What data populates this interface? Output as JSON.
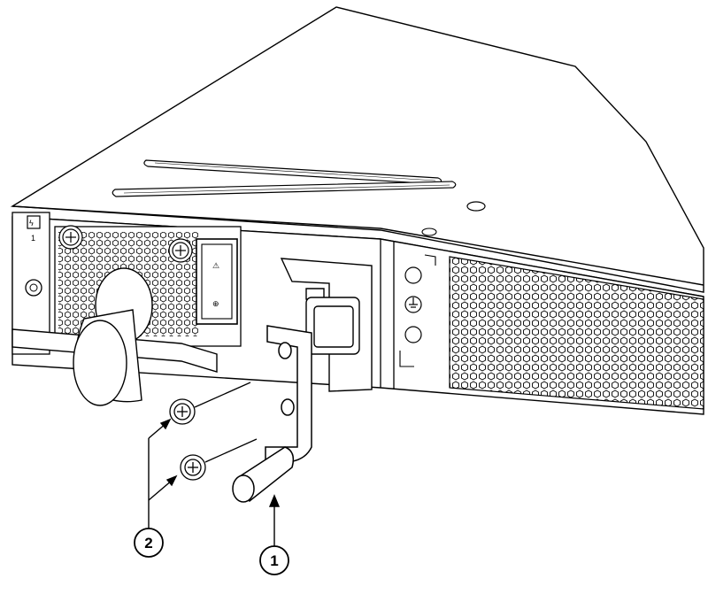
{
  "module_label": "1",
  "callouts": [
    {
      "number": "1",
      "target": "ground lug"
    },
    {
      "number": "2",
      "target": "screws"
    }
  ],
  "colors": {
    "line": "#000000",
    "background": "#ffffff",
    "hole_fill": "#ffffff"
  },
  "icons": [
    "power-icon",
    "warning-icon",
    "ground-symbol-icon",
    "captive-screw-icon"
  ]
}
